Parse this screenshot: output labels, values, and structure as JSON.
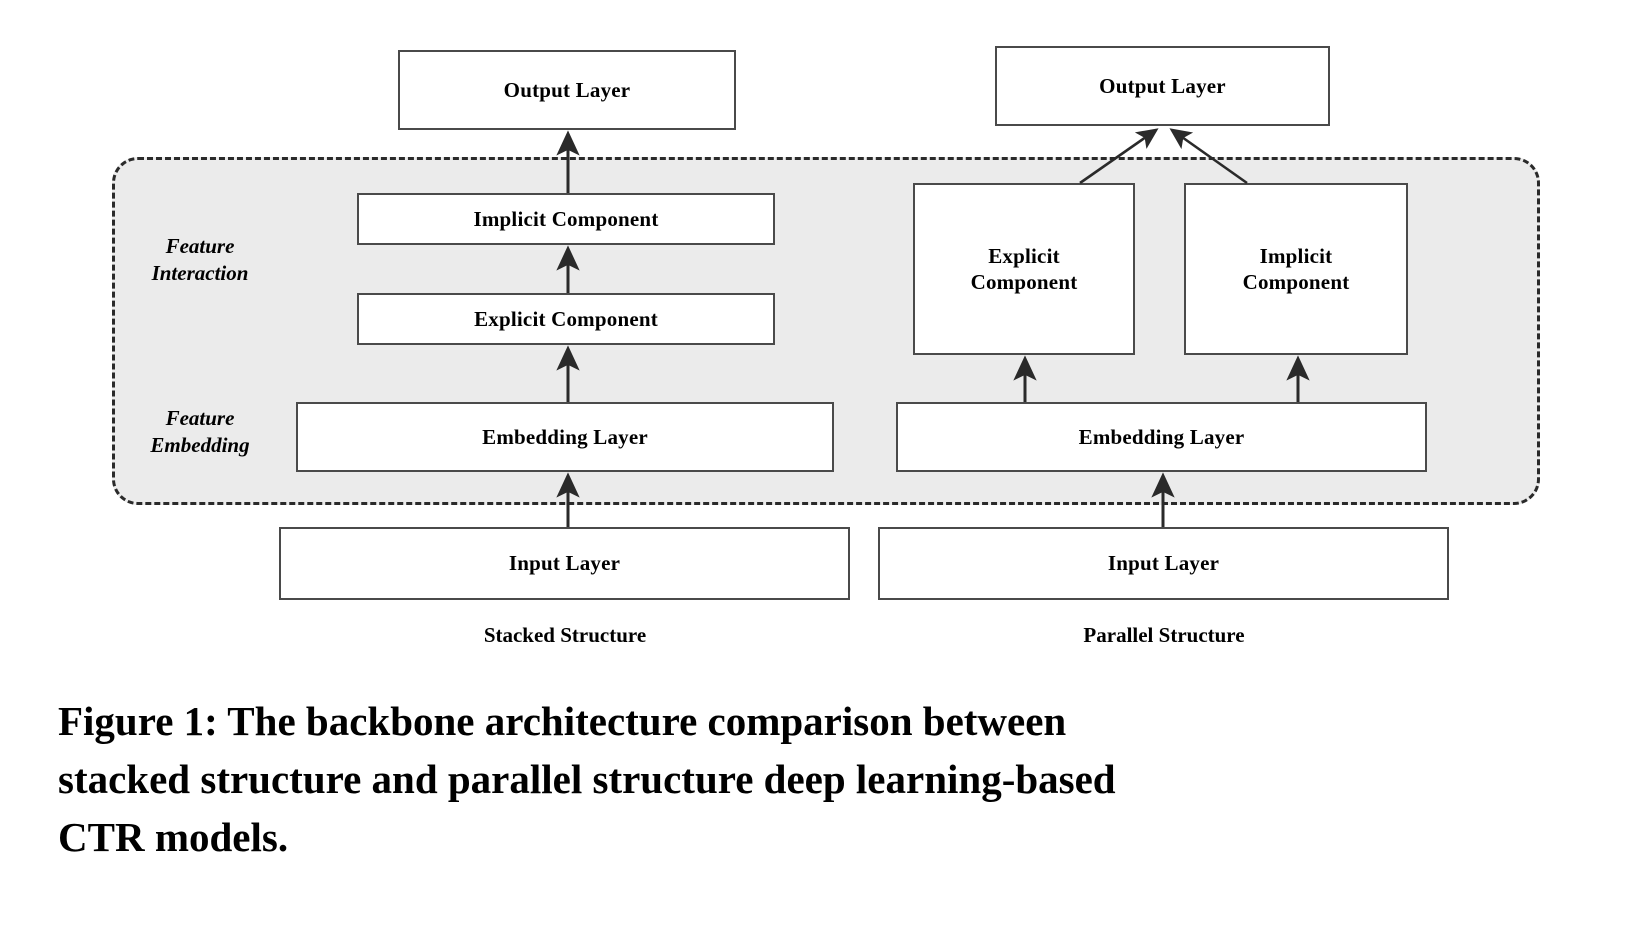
{
  "figure": {
    "caption_line1": "Figure 1: The backbone architecture comparison between",
    "caption_line2": "stacked structure and parallel structure deep learning-based",
    "caption_line3": "CTR models.",
    "caption_full": "Figure 1: The backbone architecture comparison between stacked structure and parallel structure deep learning-based CTR models."
  },
  "section_labels": {
    "feature_interaction": "Feature\nInteraction",
    "feature_embedding": "Feature\nEmbedding"
  },
  "stacked": {
    "structure_caption": "Stacked Structure",
    "output_layer": "Output Layer",
    "implicit_component": "Implicit Component",
    "explicit_component": "Explicit Component",
    "embedding_layer": "Embedding Layer",
    "input_layer": "Input Layer"
  },
  "parallel": {
    "structure_caption": "Parallel Structure",
    "output_layer": "Output Layer",
    "explicit_component": "Explicit\nComponent",
    "implicit_component": "Implicit\nComponent",
    "embedding_layer": "Embedding Layer",
    "input_layer": "Input Layer"
  },
  "colors": {
    "container_fill": "#ebebeb",
    "container_border": "#2a2a2a",
    "node_border": "#4a4a4a",
    "node_fill": "#ffffff",
    "arrow": "#2a2a2a",
    "text": "#000000",
    "page_background": "#ffffff"
  }
}
